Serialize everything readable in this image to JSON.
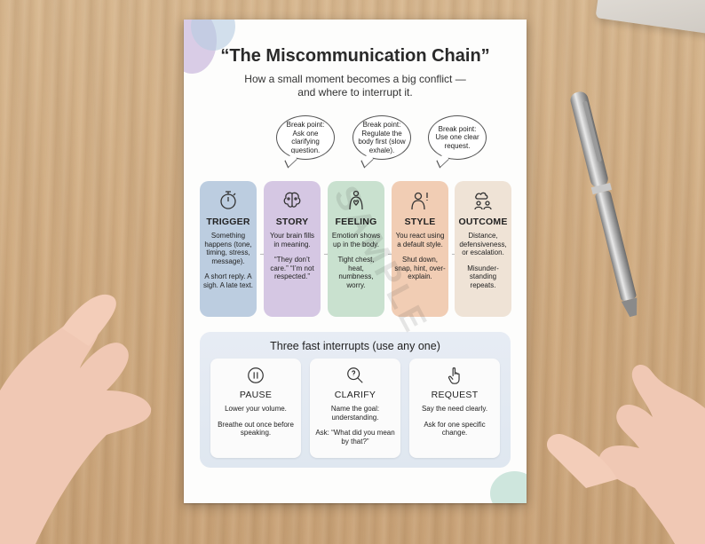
{
  "poster": {
    "title": "“The Miscommunication Chain”",
    "subtitle_line1": "How a small moment becomes a big conflict —",
    "subtitle_line2": "and where to interrupt it.",
    "watermark": "SAMPLE"
  },
  "break_points": [
    {
      "heading": "Break point:",
      "text": "Ask one clarifying question."
    },
    {
      "heading": "Break point:",
      "text": "Regulate the body first (slow exhale)."
    },
    {
      "heading": "Break point:",
      "text": "Use one clear request."
    }
  ],
  "chain": [
    {
      "label": "TRIGGER",
      "icon": "timer-icon",
      "color": "#bccde0",
      "desc": "Something happens (tone, timing, stress, message).",
      "example": "A short reply. A sigh. A late text."
    },
    {
      "label": "STORY",
      "icon": "brain-icon",
      "color": "#d5c7e3",
      "desc": "Your brain fills in meaning.",
      "example": "“They don’t care.” “I’m not respected.”"
    },
    {
      "label": "FEELING",
      "icon": "heart-body-icon",
      "color": "#c9e1cf",
      "desc": "Emotion shows up in the body.",
      "example": "Tight chest, heat, numbness, worry."
    },
    {
      "label": "STYLE",
      "icon": "person-alert-icon",
      "color": "#f1cdb4",
      "desc": "You react using a default style.",
      "example": "Shut down, snap, hint, over-explain."
    },
    {
      "label": "OUTCOME",
      "icon": "cloud-people-icon",
      "color": "#efe3d6",
      "desc": "Distance, defensiveness, or escalation.",
      "example": "Misunder-standing repeats."
    }
  ],
  "interrupts": {
    "title": "Three fast interrupts (use any one)",
    "items": [
      {
        "label": "PAUSE",
        "icon": "pause-icon",
        "line1": "Lower your volume.",
        "line2": "Breathe out once before speaking."
      },
      {
        "label": "CLARIFY",
        "icon": "magnifier-question-icon",
        "line1": "Name the goal: understanding.",
        "line2": "Ask: “What did you mean by that?”"
      },
      {
        "label": "REQUEST",
        "icon": "hand-pointer-icon",
        "line1": "Say the need clearly.",
        "line2": "Ask for one specific change."
      }
    ]
  }
}
